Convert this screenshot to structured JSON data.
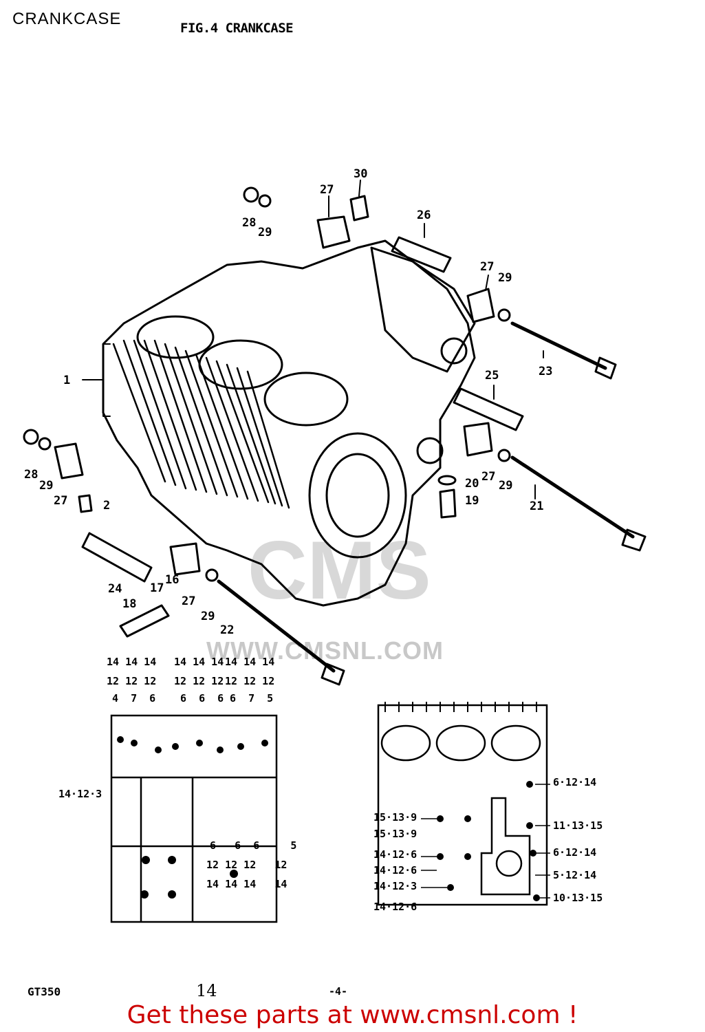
{
  "page": {
    "title": "CRANKCASE",
    "figure_title": "FIG.4   CRANKCASE",
    "model": "GT350",
    "page_number": "14",
    "sheet_number": "-4-",
    "cta": "Get these parts at www.cmsnl.com !"
  },
  "watermark": {
    "logo": "CMS",
    "url": "WWW.CMSNL.COM"
  },
  "callouts": {
    "c1": "1",
    "c2": "2",
    "c16": "16",
    "c17": "17",
    "c18": "18",
    "c19": "19",
    "c20": "20",
    "c21": "21",
    "c22": "22",
    "c23": "23",
    "c24": "24",
    "c25": "25",
    "c26": "26",
    "c27a": "27",
    "c27b": "27",
    "c27c": "27",
    "c27d": "27",
    "c27e": "27",
    "c28a": "28",
    "c28b": "28",
    "c29a": "29",
    "c29b": "29",
    "c29c": "29",
    "c29d": "29",
    "c29e": "29",
    "c30": "30"
  },
  "bolt_legend": {
    "top_row_1": "14 14 14",
    "top_row_2": "12 12 12",
    "top_row_3": "4  7  6",
    "top_row_4": "14 14 14",
    "top_row_5": "12 12 12",
    "top_row_6": "6  6  6",
    "top_row_7": "14 14 14",
    "top_row_8": "12 12 12",
    "top_row_9": "6  7  5",
    "left_label": "14·12·3",
    "bottom_row_1": "6   6  6     5",
    "bottom_row_2": "12 12 12   12",
    "bottom_row_3": "14 14 14   14",
    "right_a": "6·12·14",
    "right_b": "11·13·15",
    "right_c": "6·12·14",
    "right_d": "5·12·14",
    "right_e": "10·13·15",
    "left_a": "15·13·9",
    "left_b": "15·13·9",
    "left_c": "14·12·6",
    "left_d": "14·12·6",
    "left_e": "14·12·3",
    "left_f": "14·12·6"
  }
}
